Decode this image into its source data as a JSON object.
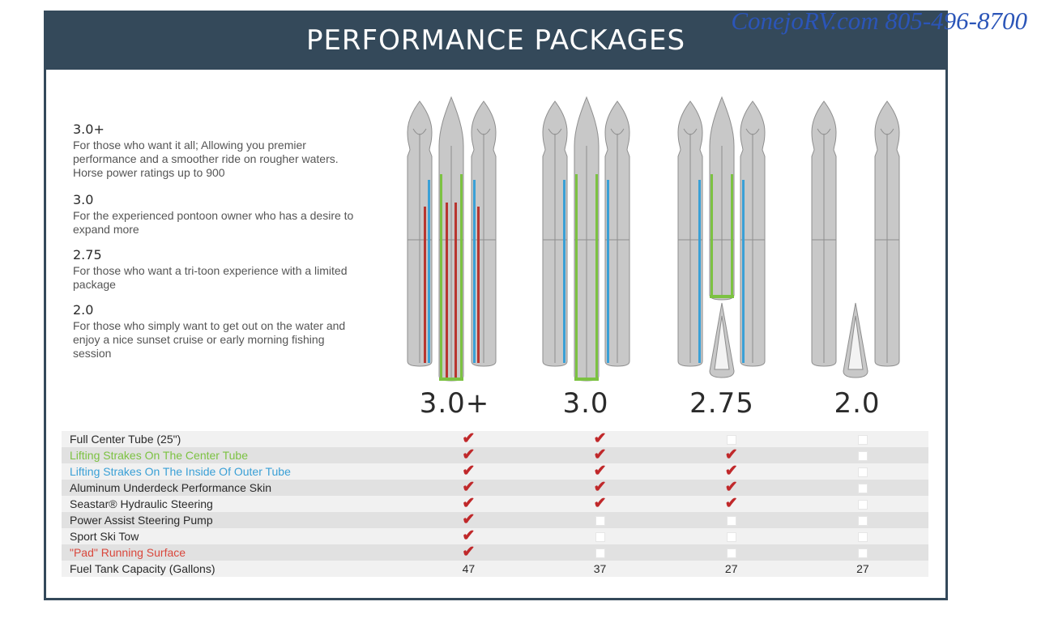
{
  "header": {
    "title": "PERFORMANCE PACKAGES"
  },
  "watermark": {
    "text": "ConejoRV.com 805-496-8700"
  },
  "descriptions": [
    {
      "title": "3.0+",
      "text": "For those who want it all; Allowing you premier performance and a smoother ride on rougher waters. Horse power ratings up to 900"
    },
    {
      "title": "3.0",
      "text": "For the experienced pontoon owner who has a desire to expand more"
    },
    {
      "title": "2.75",
      "text": "For those who want a tri-toon experience with a limited package"
    },
    {
      "title": "2.0",
      "text": "For those who simply want to get out on the water and enjoy a nice sunset cruise or early morning fishing session"
    }
  ],
  "packages": [
    {
      "label": "3.0+",
      "center_tube": "full",
      "center_strakes": true,
      "outer_strakes": true,
      "pad": true
    },
    {
      "label": "3.0",
      "center_tube": "full",
      "center_strakes": true,
      "outer_strakes": true,
      "pad": false
    },
    {
      "label": "2.75",
      "center_tube": "partial",
      "center_strakes": true,
      "outer_strakes": true,
      "pad": false
    },
    {
      "label": "2.0",
      "center_tube": "none",
      "center_strakes": false,
      "outer_strakes": false,
      "pad": false
    }
  ],
  "colors": {
    "header_bg": "#34495a",
    "tube_fill": "#c8c8c8",
    "tube_stroke": "#8e8e8e",
    "green_strake": "#7cc242",
    "blue_strake": "#3aa0d6",
    "red_pad": "#b8352f",
    "check": "#c0282a",
    "feature_green": "#7cc242",
    "feature_blue": "#3aa0d6",
    "feature_red": "#d9473c"
  },
  "features": [
    {
      "name": "Full Center Tube (25\")",
      "color": "#2a2a2a",
      "cells": [
        "check",
        "check",
        "box",
        "box"
      ]
    },
    {
      "name": "Lifting Strakes On The Center Tube",
      "color": "#7cc242",
      "cells": [
        "check",
        "check",
        "check",
        "box"
      ]
    },
    {
      "name": "Lifting Strakes On The Inside Of Outer Tube",
      "color": "#3aa0d6",
      "cells": [
        "check",
        "check",
        "check",
        "box"
      ]
    },
    {
      "name": "Aluminum Underdeck Performance Skin",
      "color": "#2a2a2a",
      "cells": [
        "check",
        "check",
        "check",
        "box"
      ]
    },
    {
      "name": "Seastar® Hydraulic Steering",
      "color": "#2a2a2a",
      "cells": [
        "check",
        "check",
        "check",
        "box"
      ]
    },
    {
      "name": "Power Assist Steering Pump",
      "color": "#2a2a2a",
      "cells": [
        "check",
        "box",
        "box",
        "box"
      ]
    },
    {
      "name": "Sport Ski Tow",
      "color": "#2a2a2a",
      "cells": [
        "check",
        "box",
        "box",
        "box"
      ]
    },
    {
      "name": "\"Pad\" Running Surface",
      "color": "#d9473c",
      "cells": [
        "check",
        "box",
        "box",
        "box"
      ]
    },
    {
      "name": "Fuel Tank Capacity (Gallons)",
      "color": "#2a2a2a",
      "cells": [
        "47",
        "37",
        "27",
        "27"
      ]
    }
  ],
  "symbols": {
    "check": "✔"
  }
}
